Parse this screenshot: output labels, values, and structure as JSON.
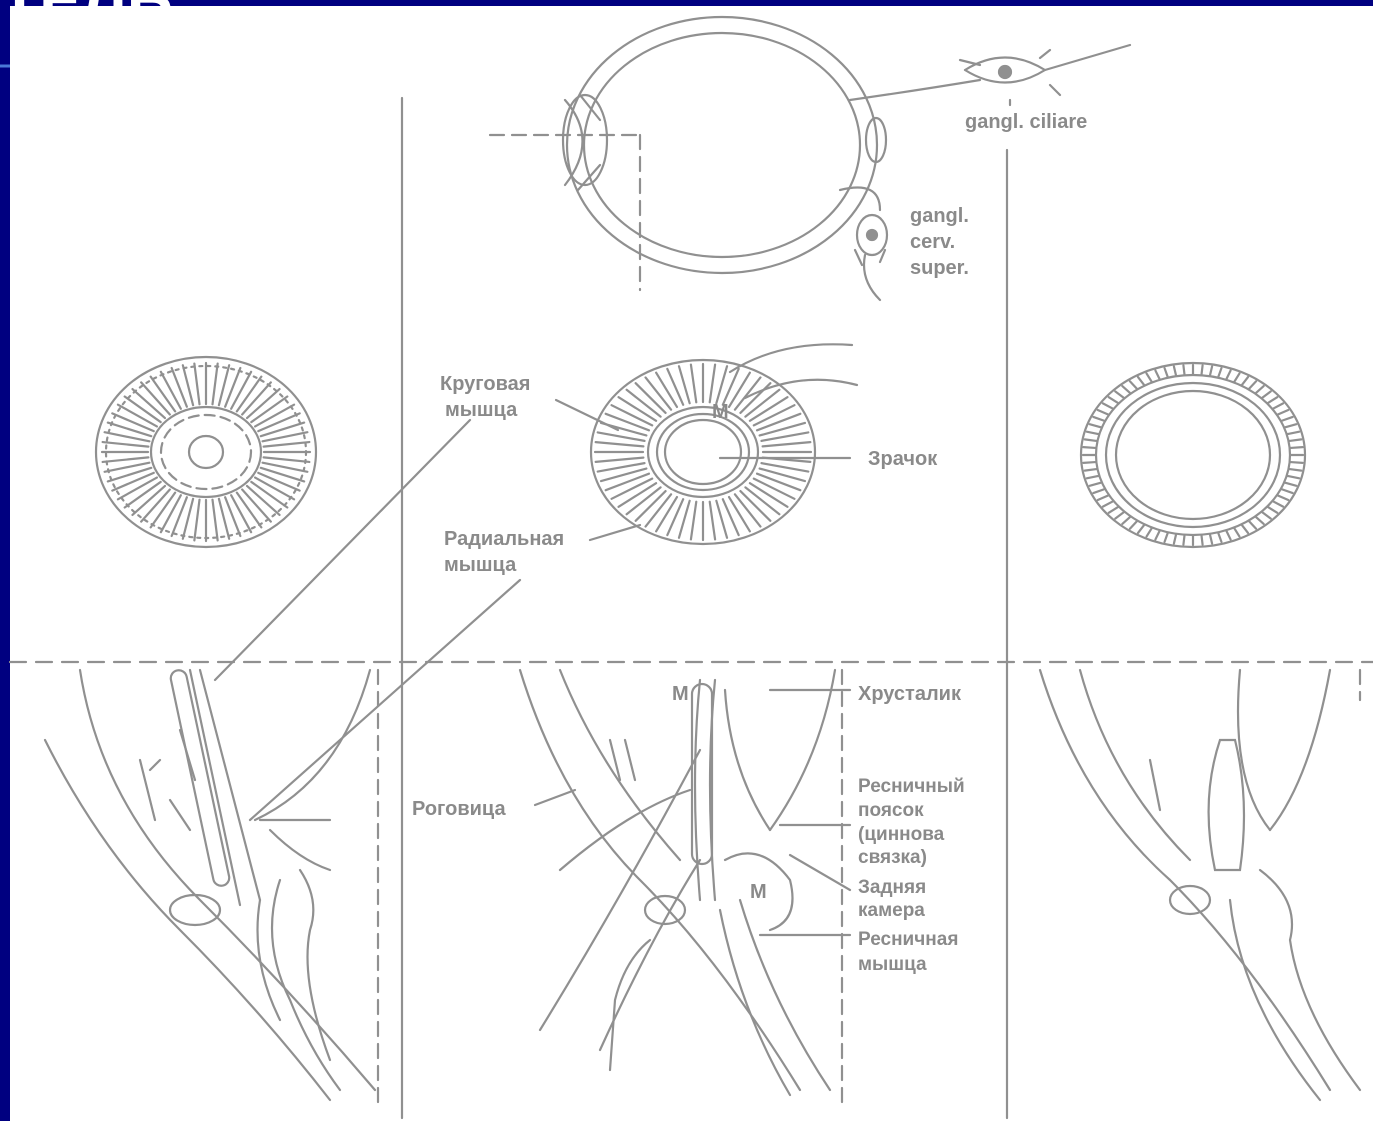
{
  "slide": {
    "background": "#000080",
    "accent": "#4a78d8",
    "title_fragment": "ТЕЛЬ"
  },
  "eyeball": {
    "labels": {
      "ciliary_ganglion": "gangl. ciliare",
      "cervical_ganglion_line1": "gangl.",
      "cervical_ganglion_line2": "cerv.",
      "cervical_ganglion_line3": "super."
    }
  },
  "iris": {
    "labels": {
      "circular_muscle_line1": "Круговая",
      "circular_muscle_line2": "мышца",
      "radial_muscle_line1": "Радиальная",
      "radial_muscle_line2": "мышца",
      "pupil": "Зрачок",
      "m_mark": "М"
    }
  },
  "section": {
    "labels": {
      "lens": "Хрусталик",
      "cornea": "Роговица",
      "zonule_line1": "Ресничный",
      "zonule_line2": "поясок",
      "zonule_line3": "(циннова",
      "zonule_line4": "связка)",
      "posterior_chamber_line1": "Задняя",
      "posterior_chamber_line2": "камера",
      "ciliary_muscle_line1": "Ресничная",
      "ciliary_muscle_line2": "мышца",
      "m_mark_top": "М",
      "m_mark_mid": "М"
    }
  }
}
